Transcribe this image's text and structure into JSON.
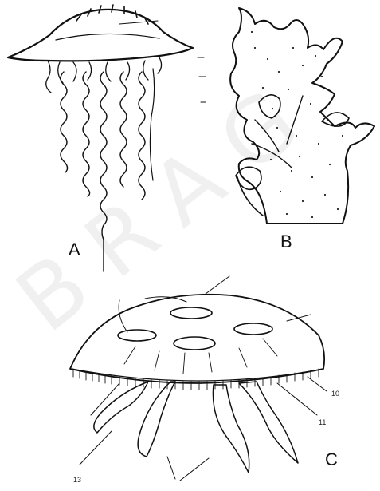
{
  "panels": [
    {
      "id": "A",
      "label": "A"
    },
    {
      "id": "B",
      "label": "B"
    },
    {
      "id": "C",
      "label": "C"
    }
  ],
  "panel_c_labels": {
    "label_10": "10",
    "label_11": "11",
    "label_13": "13"
  },
  "watermark": "BRAG",
  "colors": {
    "ink": "#111111",
    "background": "#ffffff"
  }
}
